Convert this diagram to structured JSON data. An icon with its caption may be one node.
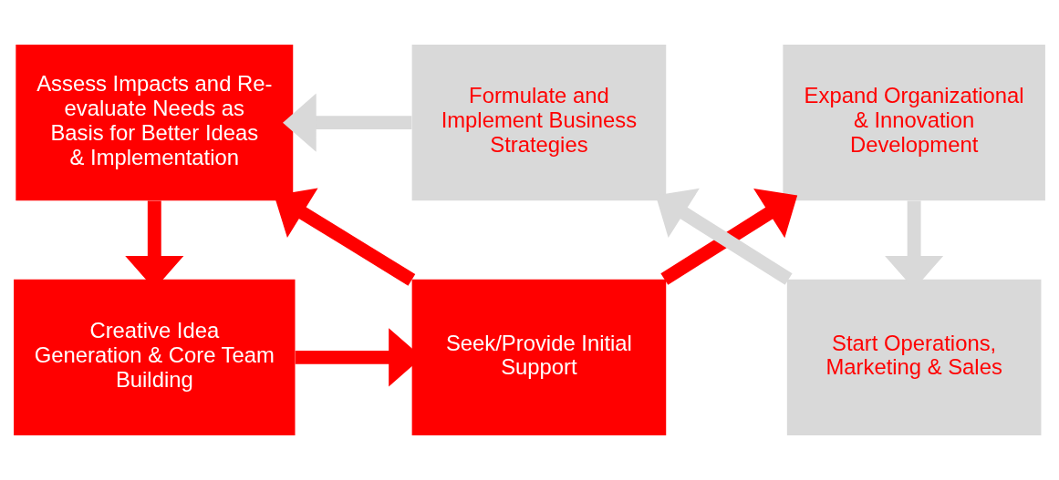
{
  "diagram": {
    "nodes": [
      {
        "text": [
          "Creative Idea Generation & Core Team Building"
        ]
      },
      {
        "text": [
          "Seek/Provide Initial Support"
        ]
      },
      {
        "text": [
          "Expand Organizational & Innovation Development"
        ]
      },
      {
        "text": [
          "Start Operations, Marketing & Sales"
        ]
      },
      {
        "text": [
          "Formulate and Implement Business Strategies"
        ]
      },
      {
        "text": [
          "Assess Impacts and Re-evaluate Needs as Basis for Better Ideas & Implementation"
        ]
      }
    ],
    "edges": [
      {
        "from": 0,
        "to": 1,
        "arrow": "to"
      },
      {
        "from": 1,
        "to": 2,
        "arrow": "to"
      },
      {
        "from": 2,
        "to": 3,
        "arrow": "to",
        "color": "#d9d9d9"
      },
      {
        "from": 3,
        "to": 4,
        "arrow": "to",
        "color": "#d9d9d9"
      },
      {
        "from": 4,
        "to": 5,
        "arrow": "to",
        "color": "#d9d9d9"
      },
      {
        "from": 1,
        "to": 5,
        "arrow": "to"
      },
      {
        "from": 5,
        "to": 0,
        "arrow": "to"
      }
    ]
  }
}
